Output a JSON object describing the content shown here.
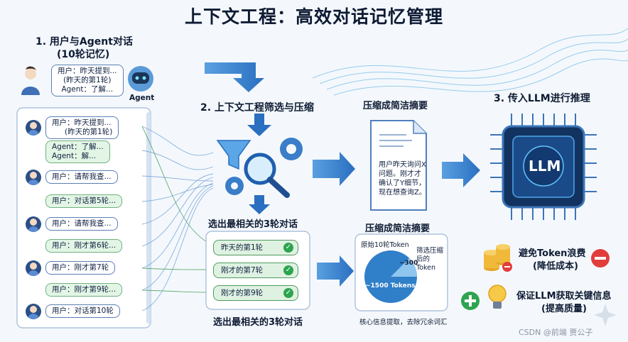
{
  "title": "上下文工程：高效对话记忆管理",
  "step1": {
    "title": "1. 用户与Agent对话",
    "subtitle": "(10轮记忆)"
  },
  "top_bubble": {
    "line1": "用户：昨天提到...",
    "line2": "(昨天的第1轮)",
    "line3": "Agent：了解..."
  },
  "agent_label": "Agent",
  "history": [
    {
      "role": "user",
      "l1": "用户：昨天提到...",
      "l2": "(昨天的第1轮)"
    },
    {
      "role": "agent",
      "l1": "Agent：了解...",
      "l2": "Agent：解..."
    },
    {
      "role": "user",
      "l1": "用户：请帮我查...",
      "l2": ""
    },
    {
      "role": "agent",
      "l1": "用户：对话第5轮...",
      "l2": ""
    },
    {
      "role": "user",
      "l1": "用户：请帮我查...",
      "l2": ""
    },
    {
      "role": "agent",
      "l1": "用户：刚才第6轮...",
      "l2": ""
    },
    {
      "role": "user",
      "l1": "用户：刚才第7轮",
      "l2": ""
    },
    {
      "role": "agent",
      "l1": "用户：刚才第9轮...",
      "l2": ""
    },
    {
      "role": "user",
      "l1": "用户：对话第10轮",
      "l2": ""
    }
  ],
  "step2": {
    "title": "2. 上下文工程筛选与压缩"
  },
  "select_title": "选出最相关的3轮对话",
  "selected": [
    "昨天的第1轮",
    "刚才的第7轮",
    "刚才的第9轮"
  ],
  "select_caption": "选出最相关的3轮对话",
  "summary_title": "压缩成简洁摘要",
  "summary_text": "用户昨天询问X问题。刚才才确认了Y细节，现在想查询Z。",
  "summary_title2": "压缩成简洁摘要",
  "pie": {
    "title": "原始10轮Token",
    "big_label": "~1500 Tokens",
    "small_label": "~300",
    "note": "筛选压缩后的Token",
    "caption": "核心信息提取，去除冗余词汇"
  },
  "chip_label": "LLM",
  "step3": {
    "title": "3. 传入LLM进行推理"
  },
  "benefit1": {
    "line1": "避免Token浪费",
    "line2": "(降低成本)"
  },
  "benefit2": {
    "line1": "保证LLM获取关键信息",
    "line2": "(提高质量)"
  },
  "watermark": "CSDN @前端 贾公子",
  "colors": {
    "blue": "#2f7fc9",
    "green": "#2ea44f",
    "red": "#e23d3d",
    "navy": "#0e1b33"
  }
}
